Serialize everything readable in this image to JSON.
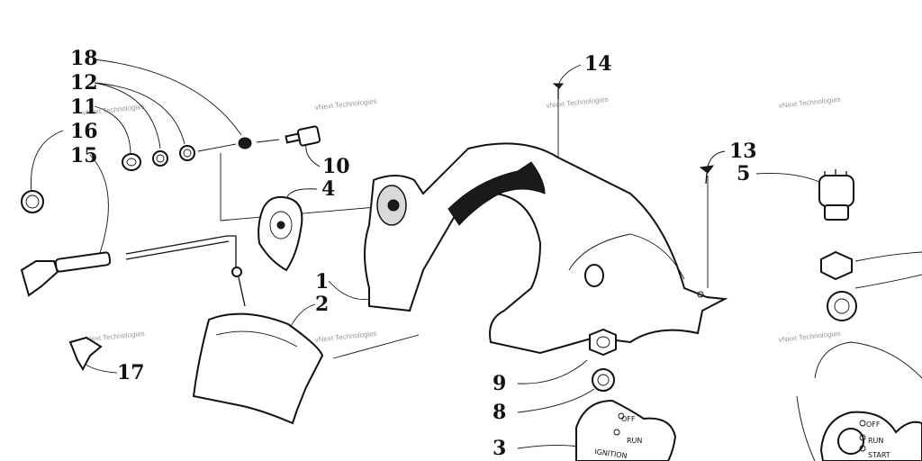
{
  "callouts": [
    "18",
    "12",
    "11",
    "16",
    "15",
    "10",
    "4",
    "14",
    "13",
    "5",
    "1",
    "2",
    "9",
    "8",
    "3",
    "17"
  ],
  "watermark": "vNext Technologies",
  "switch_plate": {
    "off": "OFF",
    "run": "RUN",
    "start": "START",
    "ignition": "IGNITION"
  }
}
